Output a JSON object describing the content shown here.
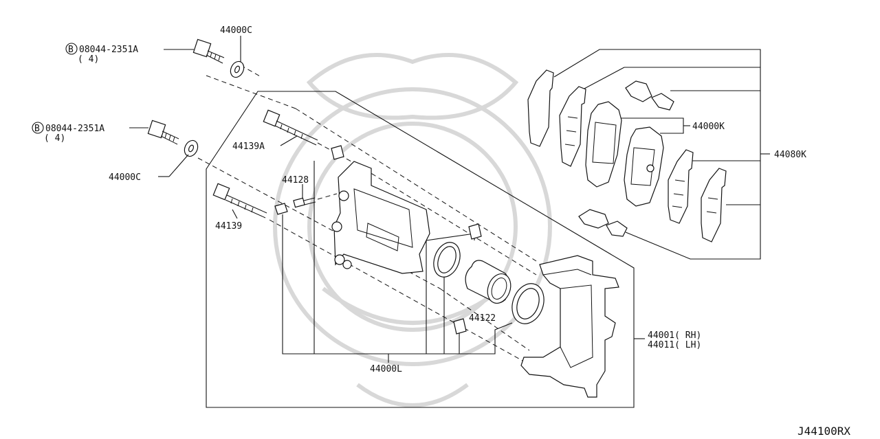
{
  "diagram_id": "J44100RX",
  "labels": {
    "bolt_top_code": "08044-2351A",
    "bolt_top_qty": "( 4)",
    "washer_top": "44000C",
    "bolt_mid_code": "08044-2351A",
    "bolt_mid_qty": "( 4)",
    "washer_mid": "44000C",
    "pin_bolt_a": "44139A",
    "pin_bolt": "44139",
    "bleeder": "44128",
    "piston_kit": "44122",
    "seal_kit": "44000L",
    "pad_set": "44000K",
    "pad_kit": "44080K",
    "caliper_rh": "44001( RH)",
    "caliper_lh": "44011( LH)",
    "bolt_marker": "B"
  },
  "colors": {
    "line": "#111111",
    "watermark": "#d8d8d8"
  }
}
